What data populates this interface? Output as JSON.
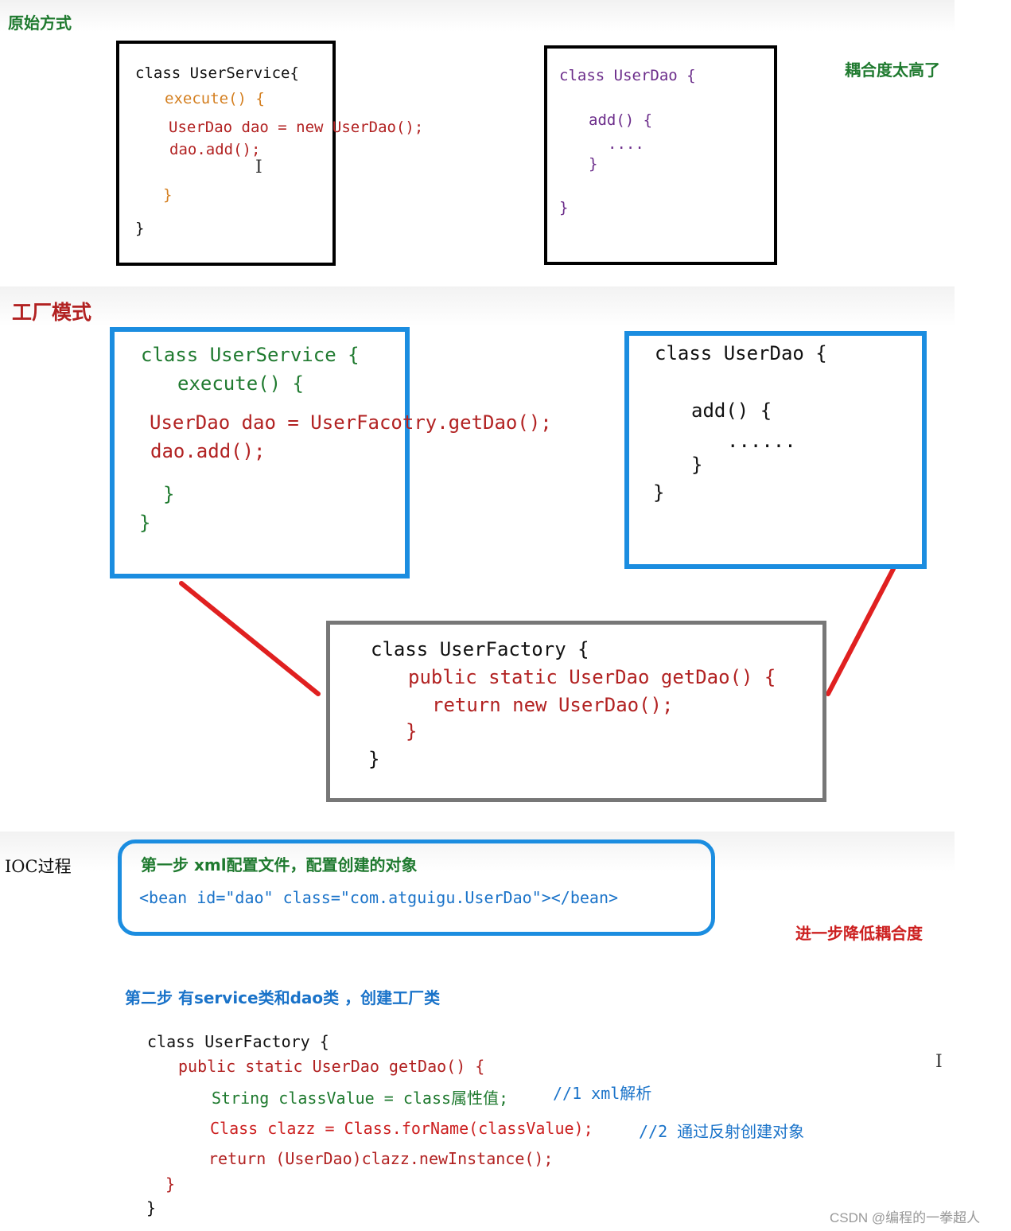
{
  "section1": {
    "title": "原始方式",
    "note": "耦合度太高了",
    "service": {
      "l1": "class UserService{",
      "l2": "execute() {",
      "l3": "UserDao dao = new UserDao();",
      "l4": "dao.add();",
      "l5": "}",
      "l6": "}"
    },
    "dao": {
      "l1": "class UserDao {",
      "l2": "add() {",
      "l3": "....",
      "l4": "}",
      "l5": "}"
    }
  },
  "section2": {
    "title": "工厂模式",
    "service": {
      "l1": "class UserService {",
      "l2": "execute() {",
      "l3": "UserDao dao = UserFacotry.getDao();",
      "l4": "dao.add();",
      "l5": "}",
      "l6": "}"
    },
    "dao": {
      "l1": "class UserDao {",
      "l2": "add() {",
      "l3": "......",
      "l4": "}",
      "l5": "}"
    },
    "factory": {
      "l1": "class UserFactory {",
      "l2": "public static UserDao getDao() {",
      "l3": "return new UserDao();",
      "l4": "}",
      "l5": "}"
    }
  },
  "section3": {
    "title": "IOC过程",
    "step1_title": "第一步 xml配置文件，配置创建的对象",
    "step1_code": "<bean id=\"dao\" class=\"com.atguigu.UserDao\"></bean>",
    "note": "进一步降低耦合度",
    "step2_title": "第二步 有service类和dao类 ，创建工厂类",
    "code": {
      "l1": "class UserFactory {",
      "l2": "public static UserDao getDao() {",
      "l3_code": "String classValue = class属性值;",
      "l3_comment": "//1 xml解析",
      "l4_code": "Class clazz = Class.forName(classValue);",
      "l4_comment": "//2 通过反射创建对象",
      "l5": "return (UserDao)clazz.newInstance();",
      "l6": "}",
      "l7": "}"
    }
  },
  "watermark": "CSDN @编程的一拳超人"
}
